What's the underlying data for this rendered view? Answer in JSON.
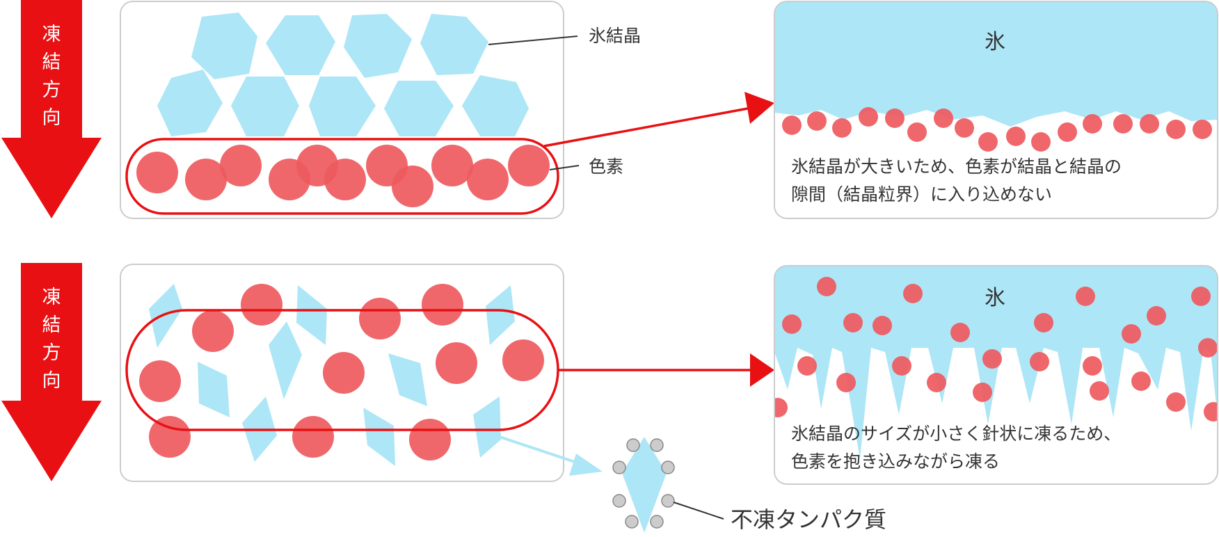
{
  "colors": {
    "ice": "#ADE6F6",
    "pigment": "#EE5A5E",
    "arrow_red": "#E81013",
    "panel_border": "#CCCCCC",
    "leader_line": "#333333",
    "protein_gray": "#CCCCCC"
  },
  "top_row": {
    "direction_label": "凍結方向",
    "direction_chars": [
      "凍",
      "結",
      "方",
      "向"
    ],
    "ice_crystal_label": "氷結晶",
    "pigment_label": "色素",
    "result_ice_label": "氷",
    "result_caption": [
      "氷結晶が大きいため、色素が結晶と結晶の",
      "隙間（結晶粒界）に入り込めない"
    ]
  },
  "bottom_row": {
    "direction_label": "凍結方向",
    "direction_chars": [
      "凍",
      "結",
      "方",
      "向"
    ],
    "result_ice_label": "氷",
    "result_caption": [
      "氷結晶のサイズが小さく針状に凍るため、",
      "色素を抱き込みながら凍る"
    ],
    "antifreeze_protein_label": "不凍タンパク質"
  }
}
